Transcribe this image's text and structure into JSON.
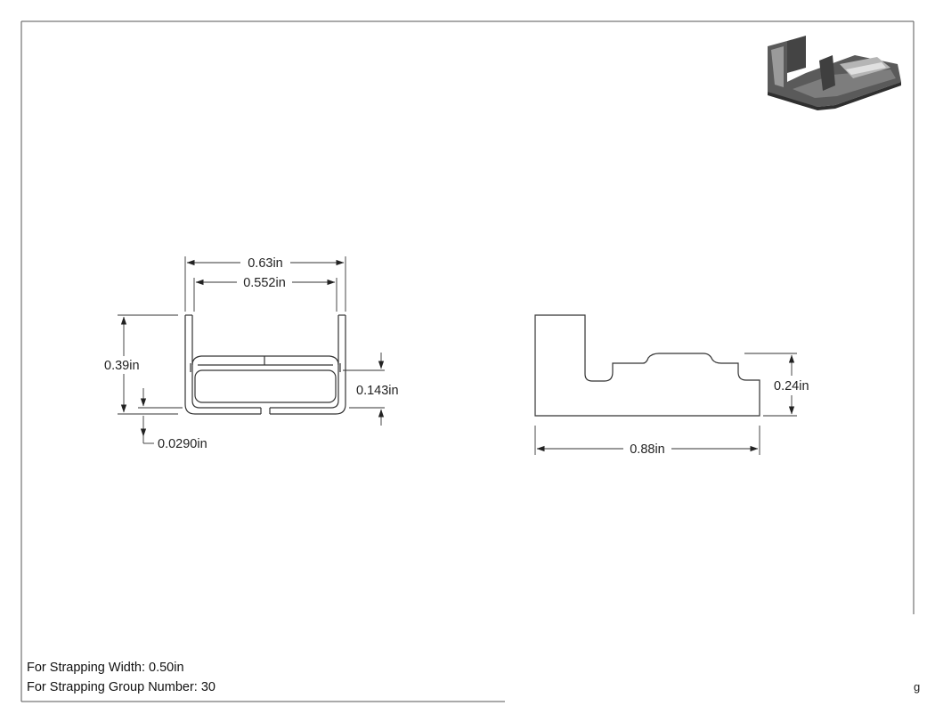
{
  "dimensions": {
    "outer_width": "0.63in",
    "inner_width": "0.552in",
    "height": "0.39in",
    "slot_height": "0.143in",
    "thickness": "0.0290in",
    "side_height": "0.24in",
    "length": "0.88in"
  },
  "notes": {
    "strapping_width": "For Strapping Width: 0.50in",
    "strapping_group": "For Strapping Group Number: 30"
  },
  "corner_fragment": "g"
}
